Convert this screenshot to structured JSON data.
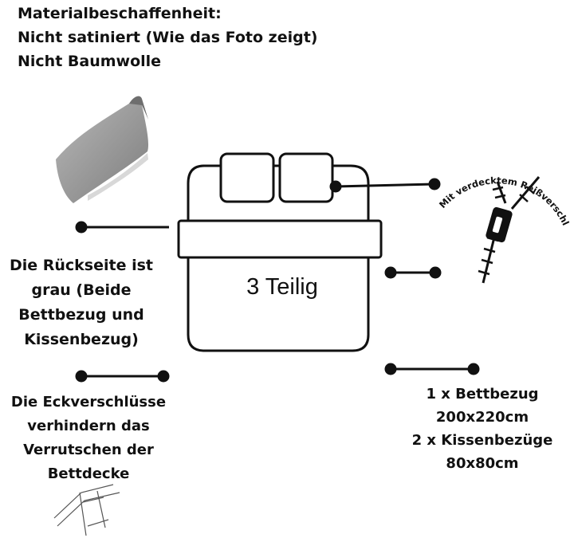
{
  "header": {
    "lines": [
      "Materialbeschaffenheit:",
      "Nicht satiniert (Wie das Foto zeigt)",
      "Nicht Baumwolle"
    ]
  },
  "bed": {
    "label": "3 Teilig"
  },
  "zipper": {
    "curved_text": "Mit verdecktem Reißverschlüsse"
  },
  "left_note_1": {
    "lines": [
      "Die Rückseite ist",
      "grau (Beide",
      "Bettbezug und",
      "Kissenbezug)"
    ]
  },
  "left_note_2": {
    "lines": [
      "Die Eckverschlüsse",
      "verhindern das",
      "Verrutschen der",
      "Bettdecke"
    ]
  },
  "right_note": {
    "lines": [
      "1 x Bettbezug",
      "200x220cm",
      "2 x Kissenbezüge",
      "80x80cm"
    ]
  },
  "colors": {
    "line": "#111111",
    "pillow_photo": "#9e9e9e"
  }
}
